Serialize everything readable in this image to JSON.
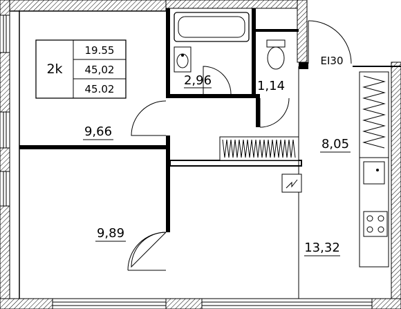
{
  "infobox": {
    "type": "2k",
    "living_area": "19.55",
    "total_area": "45,02",
    "total_area_2": "45.02"
  },
  "rooms": {
    "bathroom": "2,96",
    "toilet": "1,14",
    "hallway": "9,66",
    "corridor": "8,05",
    "bedroom": "9,89",
    "kitchen_living": "13,32"
  },
  "door_rating": "EI30"
}
